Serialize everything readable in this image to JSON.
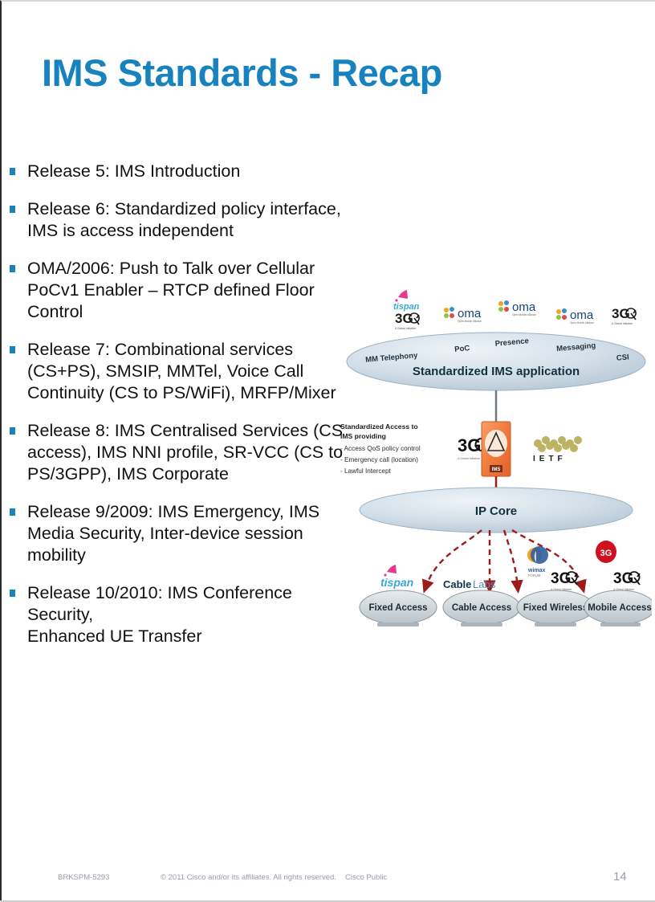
{
  "slide": {
    "title": "IMS Standards - Recap",
    "title_color": "#1782BE",
    "bullet_marker_color": "#1782BE"
  },
  "bullets": [
    {
      "text": "Release 5: IMS Introduction"
    },
    {
      "text": "Release 6: Standardized policy interface,\nIMS is access independent"
    },
    {
      "text": "OMA/2006: Push to Talk over Cellular\nPoCv1 Enabler – RTCP defined Floor\nControl"
    },
    {
      "text": "Release 7: Combinational services\n(CS+PS), SMSIP, MMTel, Voice Call\nContinuity (CS to PS/WiFi), MRFP/Mixer"
    },
    {
      "text": "Release 8: IMS Centralised Services (CS\naccess), IMS NNI profile, SR-VCC (CS to\nPS/3GPP), IMS Corporate"
    },
    {
      "text": "Release 9/2009: IMS Emergency, IMS\nMedia Security, Inter-device session\nmobility"
    },
    {
      "text": "Release 10/2010: IMS Conference Security,\nEnhanced UE Transfer"
    }
  ],
  "diagram": {
    "top_ellipse_label": "Standardized IMS application",
    "top_services": [
      "MM Telephony",
      "PoC",
      "Presence",
      "Messaging",
      "CSI"
    ],
    "top_logos": [
      "tispan",
      "3GPP",
      "oma",
      "oma",
      "oma",
      "3GPP"
    ],
    "core_ellipse_label": "IP Core",
    "ims_box_label": "IMS",
    "mid_logos": [
      "3GPP",
      "IETF"
    ],
    "access_note_title": "Standardized Access to\nIMS providing",
    "access_note_items": [
      "- Access QoS policy control",
      "- Emergency call (location)",
      "- Lawful Intercept"
    ],
    "access_boxes": [
      "Fixed Access",
      "Cable Access",
      "Fixed Wireless",
      "Mobile Access"
    ],
    "access_logos": [
      "tispan",
      "CableLabs",
      "wimax",
      "3GPP",
      "3G",
      "3GPP"
    ],
    "colors": {
      "ellipse_fill": "#c9d7e2",
      "ims_box": "#f07a3c",
      "arrow": "#9e1b1b"
    }
  },
  "footer": {
    "doc_id": "BRKSPM-5293",
    "copyright": "© 2011 Cisco and/or its affiliates. All rights reserved.",
    "classification": "Cisco Public",
    "page_number": "14"
  }
}
